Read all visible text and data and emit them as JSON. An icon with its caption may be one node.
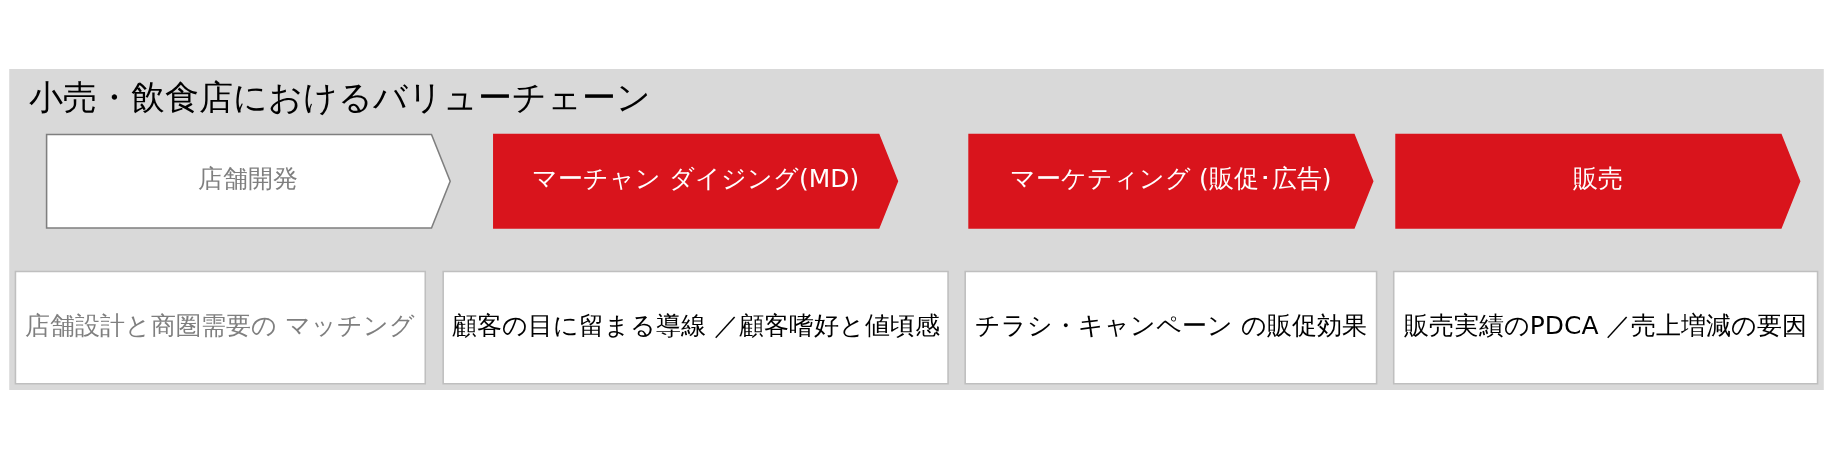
{
  "diagram": {
    "title": "小売・飲食店におけるバリューチェーン",
    "nodes": [
      {
        "text": [
          "店舗開発"
        ]
      },
      {
        "text": [
          "マーチャン ダイジング(MD)"
        ]
      },
      {
        "text": [
          "マーケティング (販促･広告)"
        ]
      },
      {
        "text": [
          "販売"
        ]
      },
      {
        "text": [
          "店舗設計と商圏需要の マッチング"
        ]
      },
      {
        "text": [
          "顧客の目に留まる導線 ／顧客嗜好と値頃感"
        ]
      },
      {
        "text": [
          "チラシ・キャンペーン の販促効果"
        ]
      },
      {
        "text": [
          "販売実績のPDCA ／売上増減の要因"
        ]
      }
    ]
  }
}
